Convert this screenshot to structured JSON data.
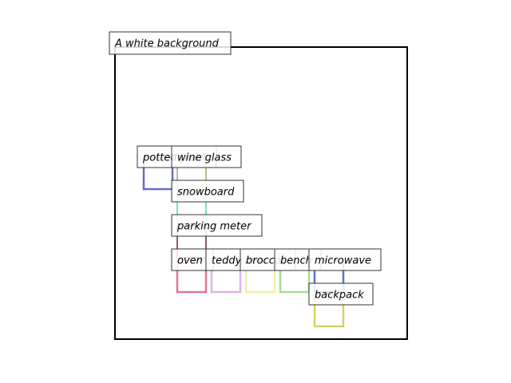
{
  "canvas": {
    "caption": "A white background",
    "background_color": "#ffffff",
    "frame_color": "#000000"
  },
  "objects": [
    {
      "id": "potted-plant",
      "label": "potted plant",
      "color": "#6a6ac8"
    },
    {
      "id": "wine-glass",
      "label": "wine glass",
      "color": "#c8b48c"
    },
    {
      "id": "snowboard",
      "label": "snowboard",
      "color": "#78dcc8"
    },
    {
      "id": "parking-meter",
      "label": "parking meter",
      "color": "#8c5a6e"
    },
    {
      "id": "oven",
      "label": "oven",
      "color": "#e07890"
    },
    {
      "id": "teddy-bear",
      "label": "teddy bear",
      "color": "#dcb4e6"
    },
    {
      "id": "broccoli",
      "label": "broccoli",
      "color": "#f0f0a0"
    },
    {
      "id": "bench",
      "label": "bench",
      "color": "#a8dc96"
    },
    {
      "id": "microwave",
      "label": "microwave",
      "color": "#6470d2"
    },
    {
      "id": "backpack",
      "label": "backpack",
      "color": "#d2d264"
    }
  ]
}
